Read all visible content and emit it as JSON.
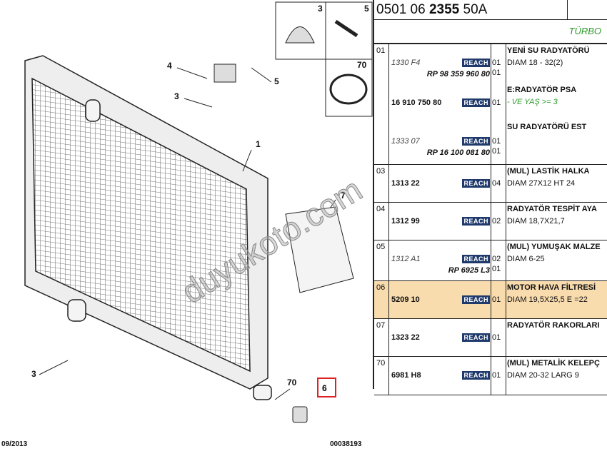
{
  "header": {
    "reference_prefix": "0501 06",
    "reference_bold": "2355",
    "reference_suffix": "50A",
    "engine_label": "TÜRBO"
  },
  "diagram": {
    "date": "09/2013",
    "drawing_number": "00038193",
    "callouts": [
      "3",
      "5",
      "70",
      "4",
      "5",
      "3",
      "1",
      "7",
      "3",
      "70",
      "6"
    ],
    "highlighted_callout": "6",
    "watermark": "duyukoto.com"
  },
  "reach_label": "REACH",
  "rows": [
    {
      "ref": "01",
      "highlight": false,
      "lines": [
        {
          "part": "1330 F4",
          "style": "i",
          "reach": true,
          "qty": "01",
          "desc": "YENİ SU RADYATÖRÜ",
          "desc2": "DIAM 18 - 32(2)"
        },
        {
          "rp": "RP 98 359 960 80",
          "qty": "01"
        },
        {
          "part": "16 910 750 80",
          "style": "b",
          "reach": true,
          "qty": "01",
          "desc": "E:RADYATÖR PSA",
          "desc2": "- VE YAŞ >= 3"
        },
        {
          "desc": "SU RADYATÖRÜ EST"
        },
        {
          "part": "1333 07",
          "style": "i",
          "reach": true,
          "qty": "01"
        },
        {
          "rp": "RP 16 100 081 80",
          "qty": "01"
        }
      ]
    },
    {
      "ref": "03",
      "part": "1313 22",
      "style": "b",
      "qty": "04",
      "desc": "(MUL) LASTİK HALKA",
      "desc2": "DIAM 27X12 HT 24"
    },
    {
      "ref": "04",
      "part": "1312 99",
      "style": "b",
      "qty": "02",
      "desc": "RADYATÖR TESPİT AYA",
      "desc2": "DIAM 18,7X21,7"
    },
    {
      "ref": "05",
      "part": "1312 A1",
      "style": "i",
      "qty": "02",
      "desc": "(MUL) YUMUŞAK MALZE",
      "desc2": "DIAM 6-25",
      "rp": "RP 6925 L3",
      "rp_qty": "01"
    },
    {
      "ref": "06",
      "part": "5209 10",
      "style": "b",
      "qty": "01",
      "desc": "MOTOR HAVA FİLTRESİ",
      "desc2": "DIAM 19,5X25,5 E =22",
      "highlight": true
    },
    {
      "ref": "07",
      "part": "1323 22",
      "style": "b",
      "qty": "01",
      "desc": "RADYATÖR RAKORLARI",
      "desc2": ""
    },
    {
      "ref": "70",
      "part": "6981 H8",
      "style": "b",
      "qty": "01",
      "desc": "(MUL) METALİK KELEPÇ",
      "desc2": "DIAM 20-32 LARG 9"
    }
  ]
}
